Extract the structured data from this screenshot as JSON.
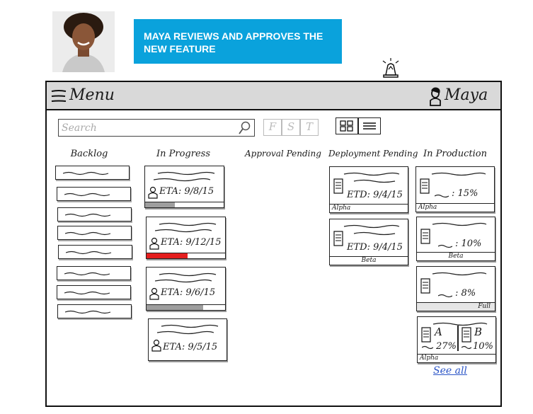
{
  "banner": {
    "text": "MAYA REVIEWS AND APPROVES THE NEW FEATURE"
  },
  "menubar": {
    "menu_label": "Menu",
    "user_name": "Maya"
  },
  "search": {
    "placeholder": "Search"
  },
  "filters": [
    "F",
    "S",
    "T"
  ],
  "columns": [
    "Backlog",
    "In Progress",
    "Approval Pending",
    "Deployment Pending",
    "In Production"
  ],
  "in_progress": [
    {
      "eta": "ETA: 9/8/15",
      "progress": 0.38,
      "color": "#9e9e9e"
    },
    {
      "eta": "ETA: 9/12/15",
      "progress": 0.52,
      "color": "#e41e1e"
    },
    {
      "eta": "ETA: 9/6/15",
      "progress": 0.72,
      "color": "#9e9e9e"
    },
    {
      "eta": "ETA: 9/5/15",
      "progress": 0,
      "color": "#9e9e9e"
    }
  ],
  "deployment_pending": [
    {
      "eta": "ETD: 9/4/15",
      "tag": "Alpha"
    },
    {
      "eta": "ETD: 9/4/15",
      "tag": "Beta"
    }
  ],
  "in_production": [
    {
      "value": ": 15%",
      "tag": "Alpha"
    },
    {
      "value": ": 10%",
      "tag": "Beta"
    },
    {
      "value": ": 8%",
      "tag": "Full"
    },
    {
      "a_label": "A",
      "b_label": "B",
      "a_value": "27%",
      "b_value": "10%",
      "tag": "Alpha"
    }
  ],
  "see_all": "See all"
}
